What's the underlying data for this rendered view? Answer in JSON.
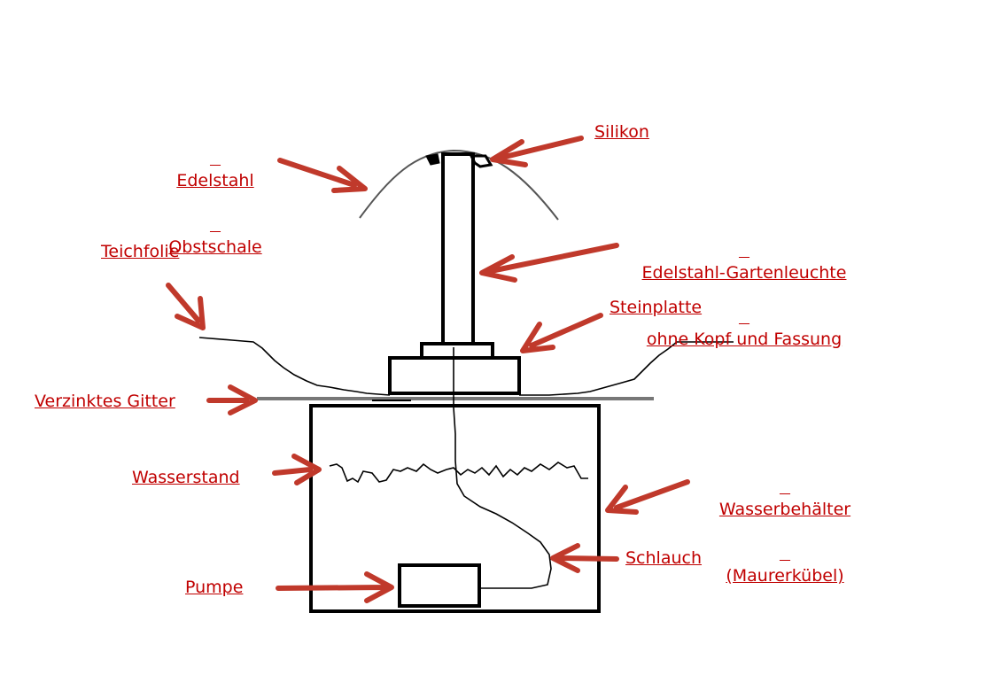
{
  "colors": {
    "label": "#c00000",
    "arrow": "#c0392b",
    "line": "#000000",
    "bowl": "#555555",
    "grid": "#777777",
    "background": "#ffffff"
  },
  "labels": {
    "bowl": [
      "Edelstahl",
      "Obstschale"
    ],
    "silicone": "Silikon",
    "lamp": [
      "Edelstahl-Gartenleuchte",
      "ohne Kopf und Fassung"
    ],
    "pond_liner": "Teichfolie",
    "stone_slab": "Steinplatte",
    "grid": "Verzinktes Gitter",
    "water_level": "Wasserstand",
    "container": [
      "Wasserbehälter",
      "(Maurerkübel)"
    ],
    "hose": "Schlauch",
    "pump": "Pumpe"
  }
}
